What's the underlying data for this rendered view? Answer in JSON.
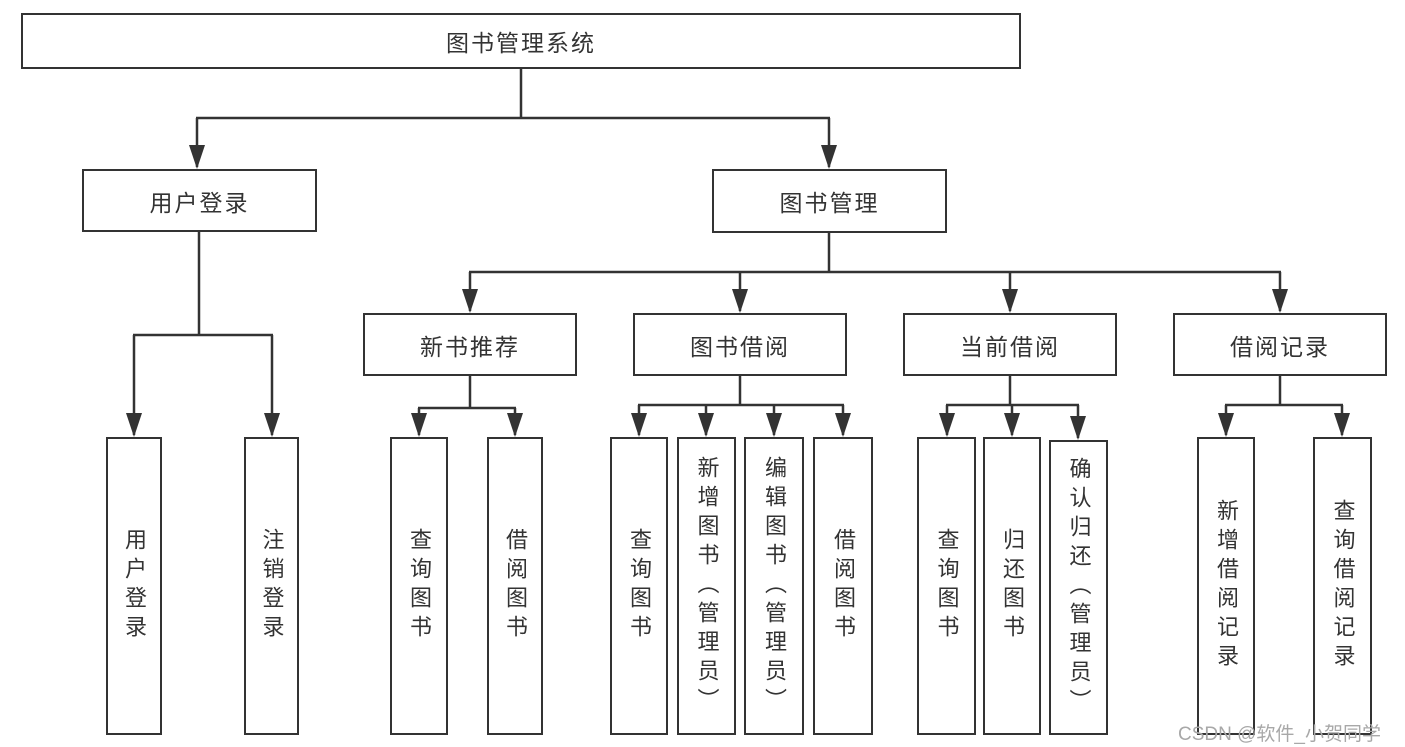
{
  "diagram": {
    "root": {
      "label": "图书管理系统"
    },
    "branches": [
      {
        "label": "用户登录",
        "children": [
          {
            "label": "用户登录"
          },
          {
            "label": "注销登录"
          }
        ]
      },
      {
        "label": "图书管理",
        "children": [
          {
            "label": "新书推荐",
            "children": [
              {
                "label": "查询图书"
              },
              {
                "label": "借阅图书"
              }
            ]
          },
          {
            "label": "图书借阅",
            "children": [
              {
                "label": "查询图书"
              },
              {
                "label": "新增图书（管理员）"
              },
              {
                "label": "编辑图书（管理员）"
              },
              {
                "label": "借阅图书"
              }
            ]
          },
          {
            "label": "当前借阅",
            "children": [
              {
                "label": "查询图书"
              },
              {
                "label": "归还图书"
              },
              {
                "label": "确认归还（管理员）"
              }
            ]
          },
          {
            "label": "借阅记录",
            "children": [
              {
                "label": "新增借阅记录"
              },
              {
                "label": "查询借阅记录"
              }
            ]
          }
        ]
      }
    ],
    "colors": {
      "line": "#333333",
      "box_border": "#333333",
      "text": "#333333",
      "watermark": "#a8a8a8"
    }
  },
  "watermark": {
    "text": "CSDN @软件_小贺同学"
  }
}
